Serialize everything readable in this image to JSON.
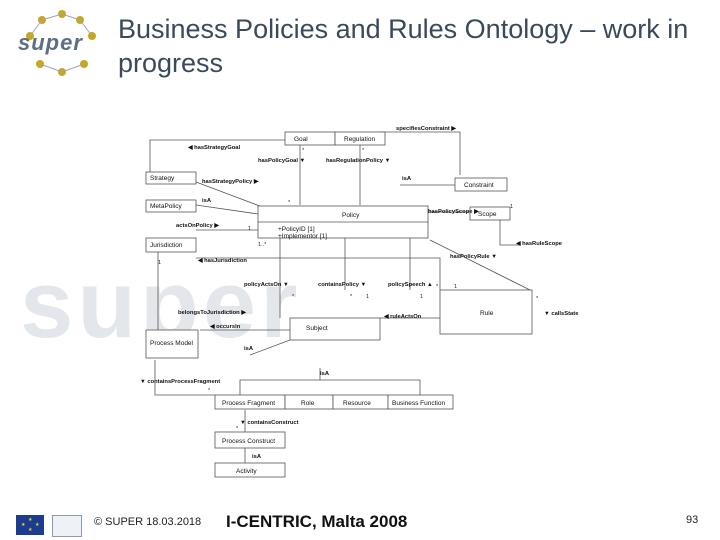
{
  "slide": {
    "title": "Business Policies and Rules Ontology – work in progress",
    "logo_text": "super",
    "watermark": "super"
  },
  "diagram": {
    "classes": {
      "goal": "Goal",
      "regulation": "Regulation",
      "strategy": "Strategy",
      "constraint": "Constraint",
      "metapolicy": "MetaPolicy",
      "policy": "Policy",
      "policy_attr1": "+PolicyID [1]",
      "policy_attr2": "+Implementor [1]",
      "scope": "Scope",
      "jurisdiction": "Jurisdiction",
      "rule": "Rule",
      "subject": "Subject",
      "process_model": "Process Model",
      "process_fragment": "Process Fragment",
      "role": "Role",
      "resource": "Resource",
      "business_function": "Business Function",
      "process_construct": "Process Construct",
      "activity": "Activity"
    },
    "relations": {
      "specifies_constraint": "specifiesConstraint ▶",
      "has_strategy_goal": "◀ hasStrategyGoal",
      "has_policy_goal": "hasPolicyGoal ▼",
      "has_regulation_policy": "hasRegulationPolicy ▼",
      "has_strategy_policy": "hasStrategyPolicy ▶",
      "is_a_constraint": "isA",
      "is_a_meta": "isA",
      "has_policy_scope": "hasPolicyScope ▶",
      "acts_on_policy": "actsOnPolicy ▶",
      "has_rule_scope": "◀ hasRuleScope",
      "has_jurisdiction": "◀ hasJurisdiction",
      "has_policy_rule": "hasPolicyRule ▼",
      "policy_acts_on": "policyActsOn ▼",
      "contains_policy": "containsPolicy ▼",
      "policy_speech": "policySpeech ▲",
      "belongs_to_jurisdiction": "belongsToJurisdiction ▶",
      "occurs_in": "◀ occursIn",
      "rule_acts_on": "◀ ruleActsOn",
      "calls_state": "▼ callsState",
      "is_a_model": "isA",
      "is_a_subject": "isA",
      "contains_process_fragment": "▼ containsProcessFragment",
      "contains_construct": "▼ containsConstruct",
      "is_a_activity": "isA"
    },
    "multiplicities": {
      "one": "1",
      "star": "*",
      "many": "1..*"
    }
  },
  "footer": {
    "copyright": "© SUPER 18.03.2018",
    "event": "I-CENTRIC, Malta 2008",
    "page_number": "93"
  }
}
